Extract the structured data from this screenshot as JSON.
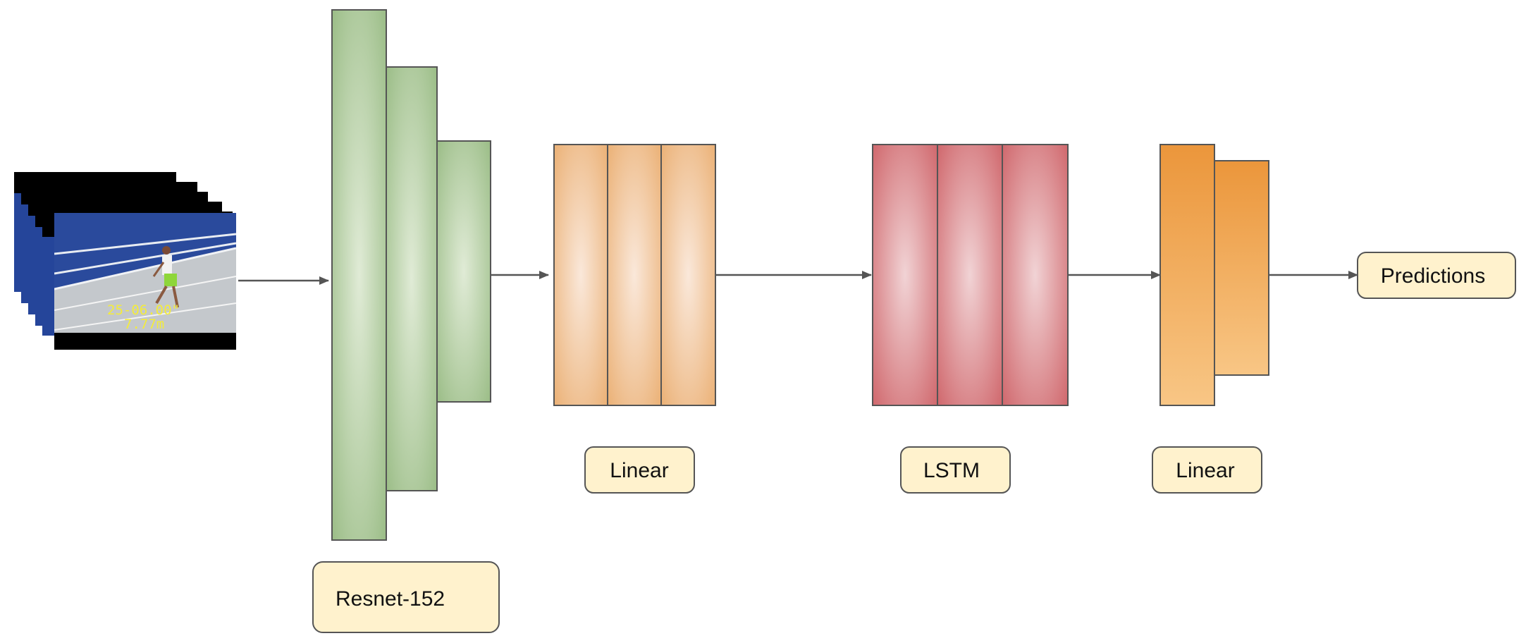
{
  "input": {
    "icon": "video-frames-stack",
    "overlay_line1": "25-06.00\"",
    "overlay_line2": "7.77m"
  },
  "resnet": {
    "label": "Resnet-152",
    "color": "#9bbd87"
  },
  "linear1": {
    "label": "Linear",
    "color": "#ebb176"
  },
  "lstm": {
    "label": "LSTM",
    "color": "#d0686d"
  },
  "linear2": {
    "label": "Linear",
    "color": "#eb963b"
  },
  "output": {
    "label": "Predictions"
  },
  "colors": {
    "label_fill": "#fff2cd",
    "border": "#555555",
    "arrow": "#555555"
  }
}
